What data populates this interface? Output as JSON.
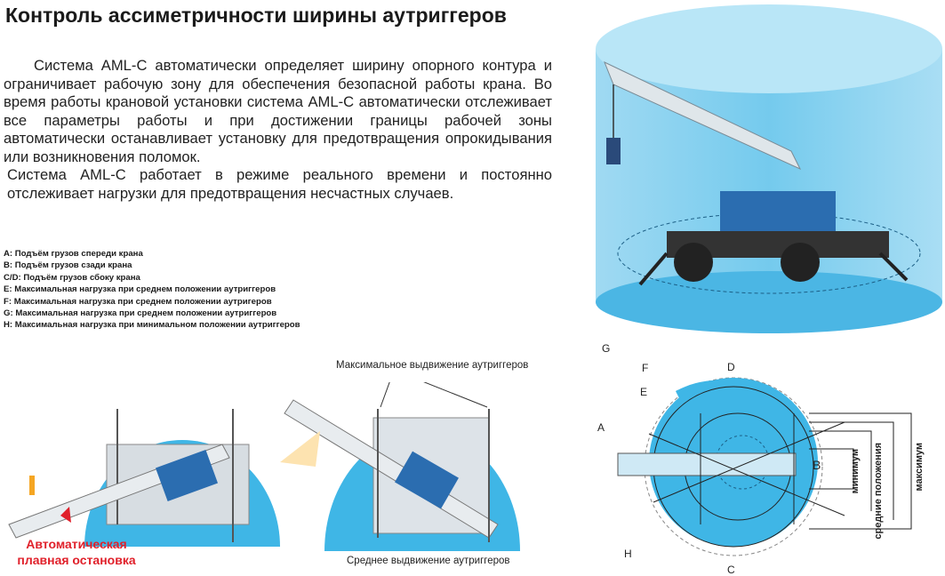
{
  "title": "Контроль ассиметричности ширины аутриггеров",
  "paragraphs": [
    "Система AML-C автоматически определяет ширину опорного контура и ограничивает рабочую зону для обеспечения безопасной работы крана. Во время работы крановой установки система AML-C автоматически отслеживает все параметры работы и при достижении границы рабочей зоны автоматически останавливает установку для предотвращения опрокидывания или возникновения поломок.",
    "Система AML-C работает в режиме реального времени и постоянно отслеживает нагрузки для предотвращения несчастных случаев."
  ],
  "legend": [
    "A: Подъём грузов спереди крана",
    "B: Подъём грузов сзади крана",
    "C/D: Подъём грузов сбоку крана",
    "E: Максимальная нагрузка при среднем положении аутриггеров",
    "F: Максимальная нагрузка при среднем положении аутригеров",
    "G: Максимальная нагрузка при среднем положении аутриггеров",
    "H: Максимальная нагрузка при минимальном положении аутриггеров"
  ],
  "illustration_labels": {
    "max_extension": "Максимальное выдвижение аутриггеров",
    "mid_extension": "Среднее выдвижение аутриггеров",
    "auto_stop_line1": "Автоматическая",
    "auto_stop_line2": "плавная остановка"
  },
  "diagram": {
    "letters": {
      "A": "A",
      "B": "B",
      "C": "C",
      "D": "D",
      "E": "E",
      "F": "F",
      "G": "G",
      "H": "H"
    },
    "positions": [
      "минимум",
      "средние положения",
      "максимум"
    ]
  },
  "colors": {
    "accent_blue": "#3fb6e6",
    "stop_red": "#e0202a",
    "arrow_orange": "#f5a623"
  }
}
